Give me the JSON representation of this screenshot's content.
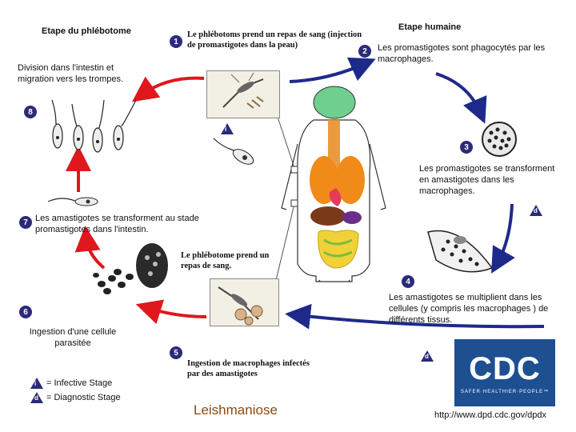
{
  "headers": {
    "sandfly_stage": "Etape du phlébotome",
    "human_stage": "Etape humaine"
  },
  "steps": {
    "s1": {
      "num": "1",
      "text": "Le phlébotoms prend un repas de sang (injection de promastigotes dans la peau)"
    },
    "s2": {
      "num": "2",
      "text": "Les promastigotes sont phagocytés par les macrophages."
    },
    "s3": {
      "num": "3",
      "text": "Les promastigotes se transforment en amastigotes dans les macrophages."
    },
    "s4": {
      "num": "4",
      "text": "Les amastigotes se multiplient dans les cellules (y compris les macrophages ) de différents tissus."
    },
    "s5": {
      "num": "5",
      "text": "Ingestion de macrophages infectés par des amastigotes"
    },
    "s5b": {
      "text": "Le phlébotome prend un repas de sang."
    },
    "s6": {
      "num": "6",
      "text": "Ingestion d'une cellule parasitée"
    },
    "s7": {
      "num": "7",
      "text": "Les amastigotes se transforment au stade promastigotes dans l'intestin."
    },
    "s8": {
      "num": "8",
      "text": "Division dans l'intestin et migration vers les trompes."
    }
  },
  "markers": {
    "infective": "i",
    "diagnostic": "d"
  },
  "legend": {
    "infective": "= Infective Stage",
    "diagnostic": "= Diagnostic Stage"
  },
  "title": "Leishmaniose",
  "logo": {
    "text": "CDC",
    "tagline": "SAFER·HEALTHIER·PEOPLE™"
  },
  "url": "http://www.dpd.cdc.gov/dpdx",
  "colors": {
    "red_arrow": "#e0171c",
    "blue_arrow": "#1e2a8a",
    "badge": "#2b2a7a",
    "title": "#8a4a10"
  }
}
